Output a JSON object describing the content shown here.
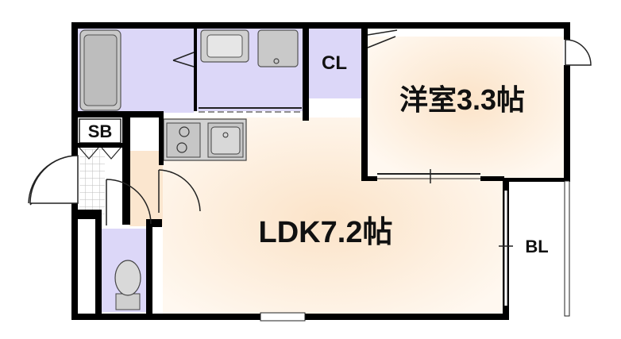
{
  "rooms": {
    "western_room": "洋室3.3帖",
    "ldk": "LDK7.2帖",
    "closet": "CL",
    "shoe_box": "SB",
    "balcony": "BL"
  },
  "colors": {
    "wall": "#000000",
    "wet_area": "#dcd7f8",
    "room_warm": "#fbe6cf",
    "room_light": "#fff6ec",
    "fixture": "#c9c9c9",
    "tile_grid": "#bdbdbd"
  }
}
